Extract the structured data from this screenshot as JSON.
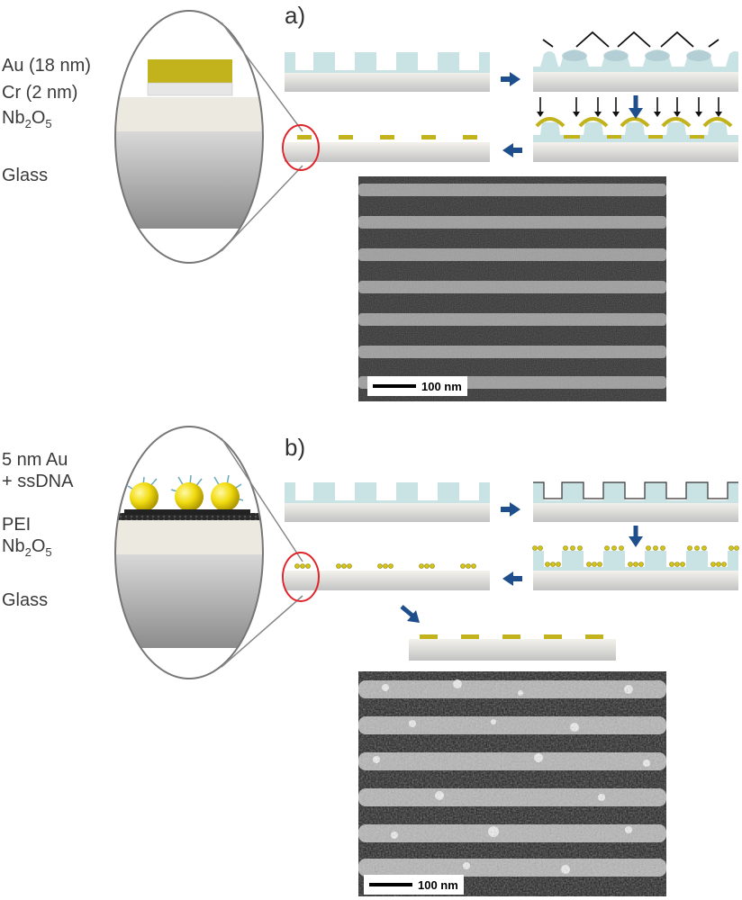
{
  "panel_a": {
    "letter": "a)",
    "layers": {
      "au": "Au (18 nm)",
      "cr": "Cr (2 nm)",
      "nb_main": "Nb",
      "nb_sub1": "2",
      "nb_o": "O",
      "nb_sub2": "5",
      "glass": "Glass"
    },
    "scale_bar": "100 nm"
  },
  "panel_b": {
    "letter": "b)",
    "layers": {
      "au_line1": "5 nm Au",
      "au_line2": "+ ssDNA",
      "pei": "PEI",
      "nb_main": "Nb",
      "nb_sub1": "2",
      "nb_o": "O",
      "nb_sub2": "5",
      "glass": "Glass"
    },
    "scale_bar": "100 nm"
  },
  "colors": {
    "resist": "#c9e2e4",
    "substrate_top": "#f0efe9",
    "substrate_bottom": "#c8c8c8",
    "gold": "#c2b21c",
    "arrow": "#1f4e8c",
    "highlight": "#e0242b"
  }
}
